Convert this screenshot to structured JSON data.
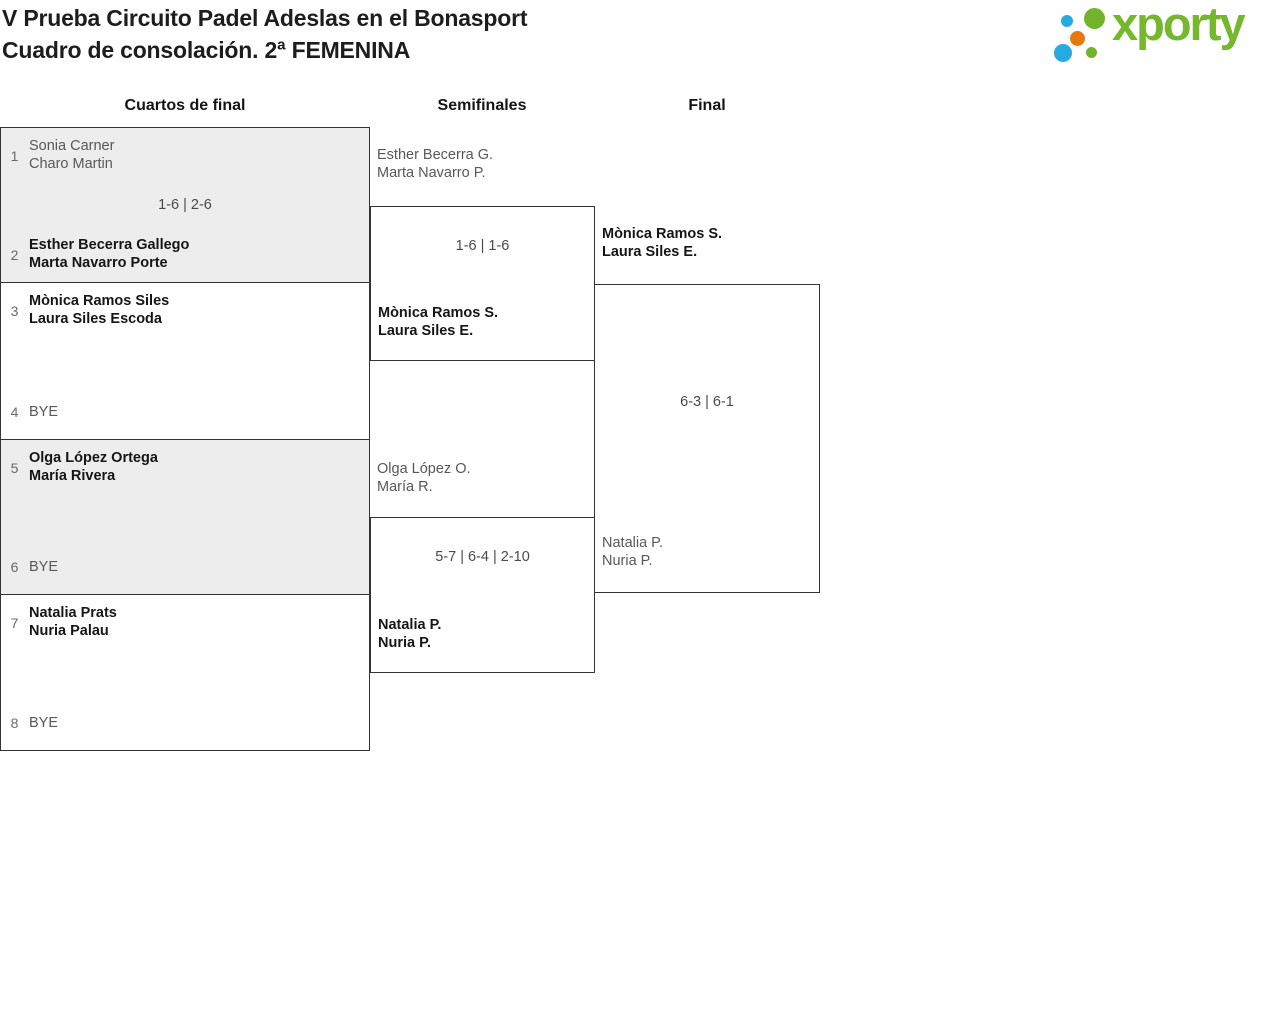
{
  "title": {
    "line1": "V Prueba Circuito Padel Adeslas en el Bonasport",
    "line2": "Cuadro de consolación. 2ª FEMENINA"
  },
  "logo": {
    "text": "xporty",
    "colors": {
      "green": "#76b82d",
      "blue": "#29a9e1",
      "orange": "#e8770e"
    }
  },
  "columns": [
    {
      "label": "Cuartos de final"
    },
    {
      "label": "Semifinales"
    },
    {
      "label": "Final"
    }
  ],
  "bracket": {
    "quarterfinals": [
      {
        "seed_top": "1",
        "team_top": {
          "line1": "Sonia Carner",
          "line2": "Charo Martin",
          "winner": false
        },
        "score": "1-6 | 2-6",
        "seed_bottom": "2",
        "team_bottom": {
          "line1": "Esther Becerra Gallego",
          "line2": "Marta Navarro Porte",
          "winner": true
        }
      },
      {
        "seed_top": "3",
        "team_top": {
          "line1": "Mònica Ramos Siles",
          "line2": "Laura Siles Escoda",
          "winner": true
        },
        "score": "",
        "seed_bottom": "4",
        "team_bottom": {
          "line1": "BYE",
          "line2": "",
          "winner": false
        }
      },
      {
        "seed_top": "5",
        "team_top": {
          "line1": "Olga López Ortega",
          "line2": "María Rivera",
          "winner": true
        },
        "score": "",
        "seed_bottom": "6",
        "team_bottom": {
          "line1": "BYE",
          "line2": "",
          "winner": false
        }
      },
      {
        "seed_top": "7",
        "team_top": {
          "line1": "Natalia Prats",
          "line2": "Nuria Palau",
          "winner": true
        },
        "score": "",
        "seed_bottom": "8",
        "team_bottom": {
          "line1": "BYE",
          "line2": "",
          "winner": false
        }
      }
    ],
    "semifinals": [
      {
        "team_top": {
          "line1": "Esther Becerra G.",
          "line2": "Marta Navarro P.",
          "winner": false
        },
        "score": "1-6 | 1-6",
        "team_bottom": {
          "line1": "Mònica Ramos S.",
          "line2": "Laura Siles E.",
          "winner": true
        }
      },
      {
        "team_top": {
          "line1": "Olga López O.",
          "line2": "María R.",
          "winner": false
        },
        "score": "5-7 | 6-4 | 2-10",
        "team_bottom": {
          "line1": "Natalia P.",
          "line2": "Nuria P.",
          "winner": true
        }
      }
    ],
    "final": {
      "team_top": {
        "line1": "Mònica Ramos S.",
        "line2": "Laura Siles E.",
        "winner": true
      },
      "score": "6-3 | 6-1",
      "team_bottom": {
        "line1": "Natalia P.",
        "line2": "Nuria P.",
        "winner": false
      }
    }
  },
  "theme": {
    "box_border": "#333333",
    "box_shaded_bg": "#ededed",
    "loser_text": "#58585a",
    "winner_text": "#161616"
  }
}
